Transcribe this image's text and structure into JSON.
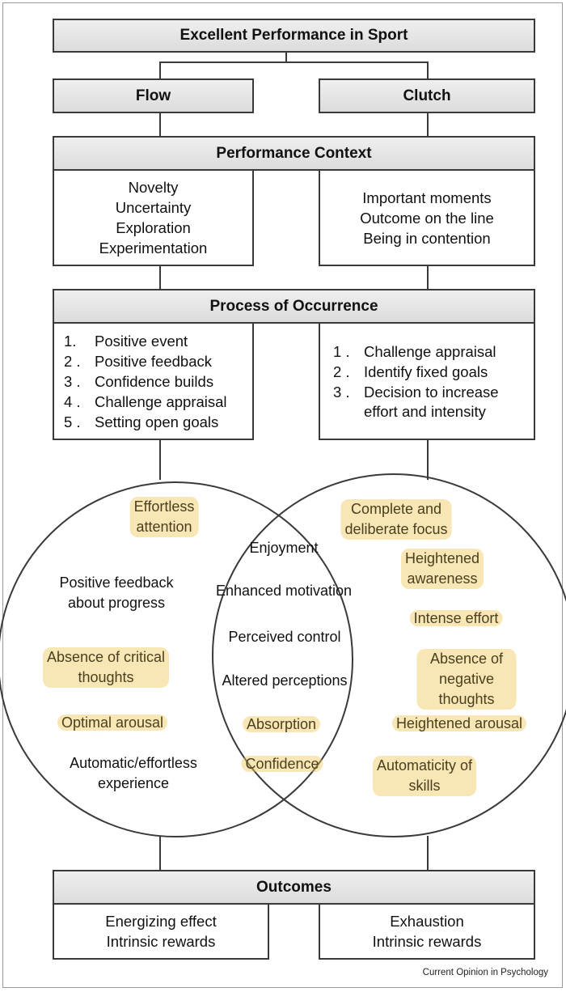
{
  "title": "Excellent Performance in Sport",
  "flow_label": "Flow",
  "clutch_label": "Clutch",
  "performance_context": {
    "header": "Performance Context",
    "flow_items": [
      "Novelty",
      "Uncertainty",
      "Exploration",
      "Experimentation"
    ],
    "clutch_items": [
      "Important moments",
      "Outcome on the line",
      "Being in contention"
    ]
  },
  "process": {
    "header": "Process of Occurrence",
    "flow_steps": [
      {
        "num": "1.",
        "text": "Positive event"
      },
      {
        "num": "2 .",
        "text": "Positive feedback"
      },
      {
        "num": "3 .",
        "text": "Confidence builds"
      },
      {
        "num": "4 .",
        "text": "Challenge appraisal"
      },
      {
        "num": "5 .",
        "text": "Setting open goals"
      }
    ],
    "clutch_steps": [
      {
        "num": "1 .",
        "text": "Challenge appraisal"
      },
      {
        "num": "2 .",
        "text": "Identify fixed goals"
      },
      {
        "num": "3 .",
        "text": "Decision to increase",
        "cont": "effort and intensity"
      }
    ]
  },
  "venn": {
    "flow": [
      {
        "text": "Effortless\nattention",
        "highlight": true
      },
      {
        "text": "Positive feedback\nabout progress",
        "highlight": false
      },
      {
        "text": "Absence of critical\nthoughts",
        "highlight": true
      },
      {
        "text": "Optimal arousal",
        "highlight": true
      },
      {
        "text": "Automatic/effortless\nexperience",
        "highlight": false
      }
    ],
    "shared": [
      {
        "text": "Enjoyment",
        "highlight": false
      },
      {
        "text": "Enhanced motivation",
        "highlight": false
      },
      {
        "text": "Perceived control",
        "highlight": false
      },
      {
        "text": "Altered perceptions",
        "highlight": false
      },
      {
        "text": "Absorption",
        "highlight": true
      },
      {
        "text": "Confidence",
        "highlight": true
      }
    ],
    "clutch": [
      {
        "text": "Complete and\ndeliberate focus",
        "highlight": true
      },
      {
        "text": "Heightened\nawareness",
        "highlight": true
      },
      {
        "text": "Intense effort",
        "highlight": true
      },
      {
        "text": "Absence of negative\nthoughts",
        "highlight": true
      },
      {
        "text": "Heightened arousal",
        "highlight": true
      },
      {
        "text": "Automaticity of\nskills",
        "highlight": true
      }
    ]
  },
  "outcomes": {
    "header": "Outcomes",
    "flow_items": [
      "Energizing effect",
      "Intrinsic rewards"
    ],
    "clutch_items": [
      "Exhaustion",
      "Intrinsic rewards"
    ]
  },
  "credit": "Current Opinion in Psychology",
  "colors": {
    "highlight": "#f0c85a",
    "border": "#3a3a3a",
    "header_fill": "#e4e4e4"
  }
}
